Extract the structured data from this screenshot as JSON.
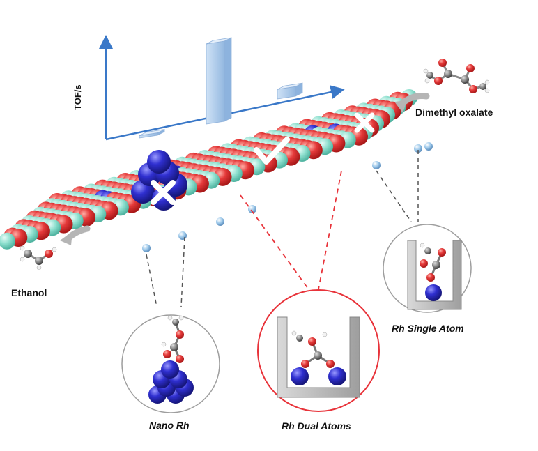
{
  "chart": {
    "axis_label": "TOF/s",
    "bar_heights": [
      0.03,
      1.0,
      0.12
    ]
  },
  "labels": {
    "reactant": "Dimethyl oxalate",
    "product": "Ethanol",
    "nano": "Nano Rh",
    "dual": "Rh Dual Atoms",
    "single": "Rh Single Atom"
  },
  "colors": {
    "oxygen": "#e53a3a",
    "cerium": "#8fe0cf",
    "rhodium": "#2f2fd0",
    "hydrogen": "#9cc8ea",
    "axis": "#3a78c8",
    "bar": "#b7d2ef",
    "dual_highlight": "#e8333a"
  }
}
